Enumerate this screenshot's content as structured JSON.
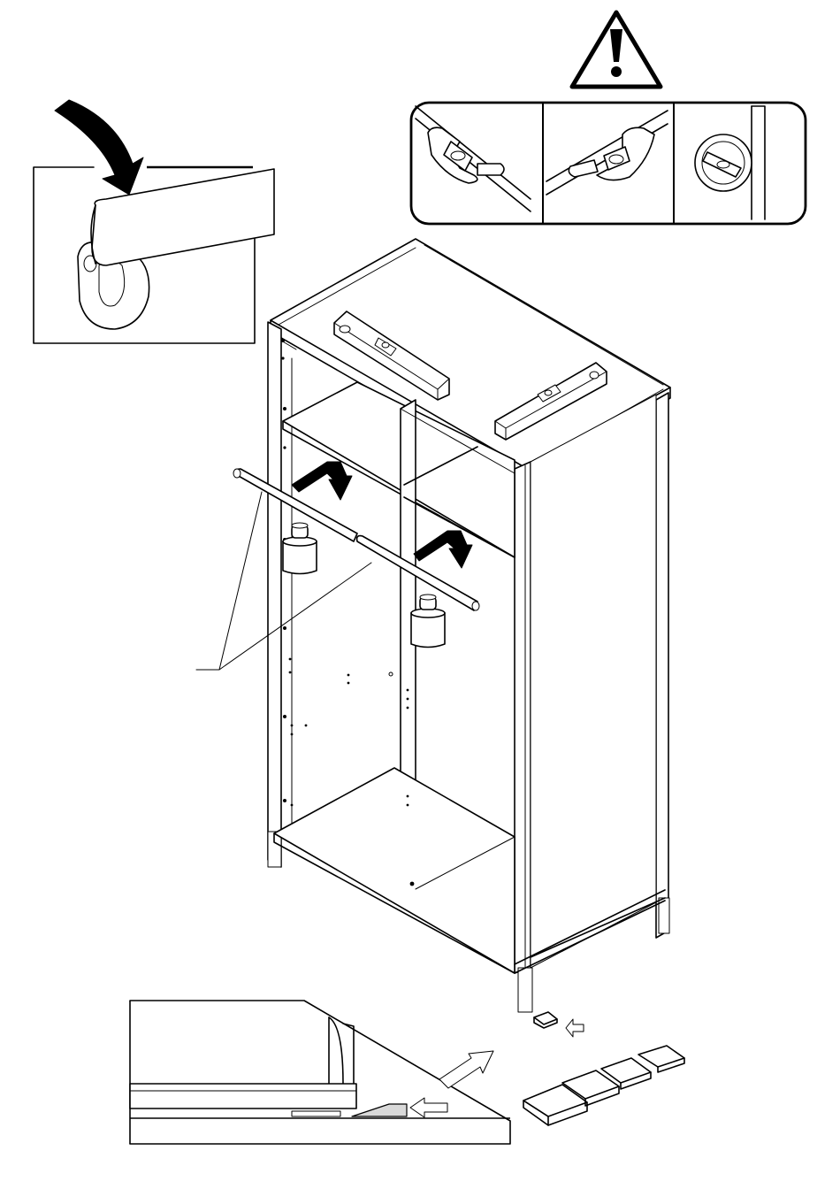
{
  "diagram": {
    "warning_icon": "exclamation-triangle-icon",
    "level_check_panels": 3,
    "hanging_rods": 2,
    "weight_markers": 2,
    "bottom_shims": 4
  }
}
